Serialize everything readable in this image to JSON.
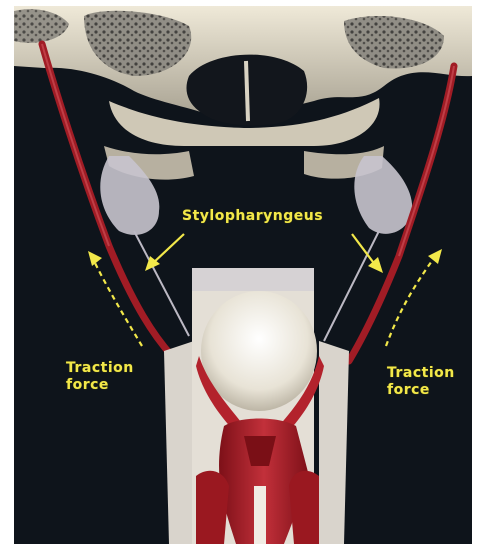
{
  "labels": {
    "muscle": "Stylopharyngeus",
    "left_force_line1": "Traction",
    "left_force_line2": "force",
    "right_force_line1": "Traction",
    "right_force_line2": "force"
  },
  "colors": {
    "background": "#0d1117",
    "label_yellow": "#f2e84a",
    "muscle_red": "#9c1b23",
    "bone": "#d8d2c0"
  }
}
